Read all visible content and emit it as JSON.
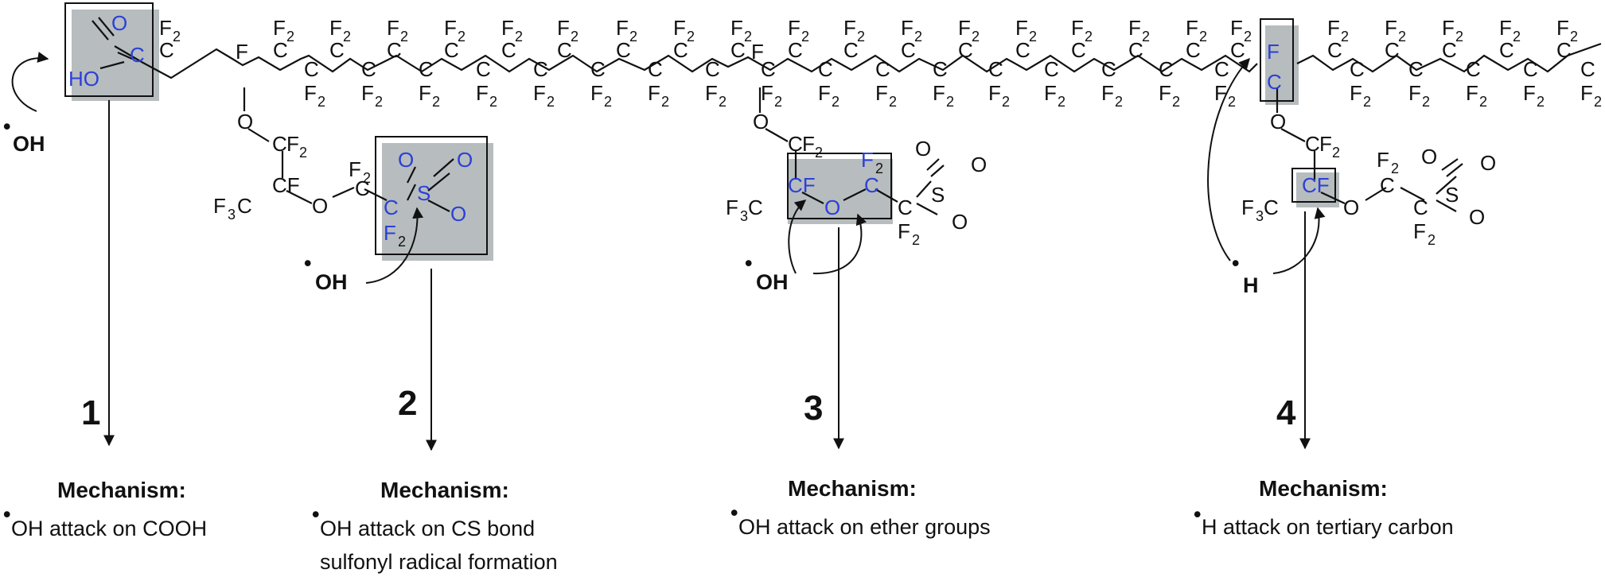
{
  "atoms": {
    "o": "O",
    "c": "C",
    "cf": "CF",
    "f": "F",
    "ho": "HO",
    "s": "S",
    "f3c": "F3C",
    "c_main": "C",
    "c_sub": "2",
    "f_prefix": "F",
    "f2_sub": "2",
    "f3_sub": "3",
    "f_ring": "F"
  },
  "radicals": {
    "oh": "OH",
    "h": "H",
    "dot": "•"
  },
  "mechanisms": [
    {
      "number": "1",
      "title": "Mechanism:",
      "lines": [
        "OH attack on COOH"
      ]
    },
    {
      "number": "2",
      "title": "Mechanism:",
      "lines": [
        "OH attack on CS bond",
        "sulfonyl radical formation"
      ]
    },
    {
      "number": "3",
      "title": "Mechanism:",
      "lines": [
        "OH attack on ether groups"
      ]
    },
    {
      "number": "4",
      "title": "Mechanism:",
      "lines": [
        "H attack on tertiary carbon"
      ]
    }
  ],
  "colors": {
    "highlight_atoms": "#2b40d8",
    "box_shadow": "#b7bcbe",
    "ink": "#111111"
  }
}
